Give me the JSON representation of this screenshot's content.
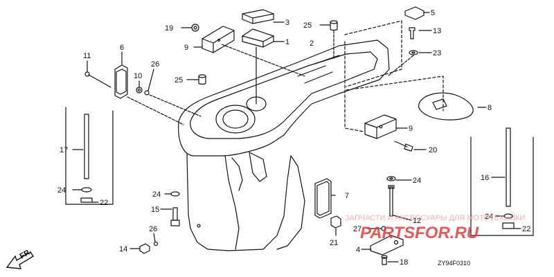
{
  "diagram": {
    "code": "ZY94F0310",
    "direction_label": "FR.",
    "watermark": {
      "caption": "ЗАПЧАСТИ И АКСЕССУАРЫ ДЛЯ МОТОТЕХНИКИ",
      "logo_text": "PARTSFOR.RU",
      "colors": {
        "main": "#e03c3c",
        "light": "#f0a0a0"
      }
    },
    "callouts": {
      "c1": "1",
      "c2": "2",
      "c3": "3",
      "c4": "4",
      "c5": "5",
      "c6": "6",
      "c7": "7",
      "c8": "8",
      "c9a": "9",
      "c9b": "9",
      "c10": "10",
      "c11": "11",
      "c12": "12",
      "c13": "13",
      "c14": "14",
      "c15": "15",
      "c16": "16",
      "c17": "17",
      "c18": "18",
      "c19": "19",
      "c20": "20",
      "c21": "21",
      "c22a": "22",
      "c22b": "22",
      "c23": "23",
      "c24a": "24",
      "c24b": "24",
      "c24c": "24",
      "c24d": "24",
      "c25a": "25",
      "c25b": "25",
      "c26a": "26",
      "c26b": "26",
      "c27": "27"
    }
  }
}
